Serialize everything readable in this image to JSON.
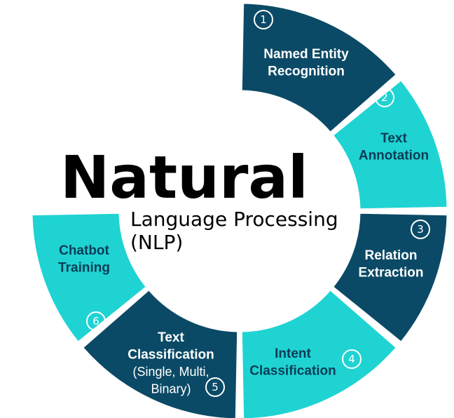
{
  "title": {
    "main": "Natural",
    "sub_line1": "Language Processing",
    "sub_line2": "(NLP)"
  },
  "colors": {
    "dark": "#0b4a66",
    "light": "#1fd3d3",
    "dark_text": "#ffffff",
    "light_text": "#0b3c55"
  },
  "segments": [
    {
      "number": "1",
      "lines": [
        "Named Entity",
        "Recognition"
      ],
      "tone": "dark"
    },
    {
      "number": "2",
      "lines": [
        "Text",
        "Annotation"
      ],
      "tone": "light"
    },
    {
      "number": "3",
      "lines": [
        "Relation",
        "Extraction"
      ],
      "tone": "dark"
    },
    {
      "number": "4",
      "lines": [
        "Intent",
        "Classification"
      ],
      "tone": "light"
    },
    {
      "number": "5",
      "lines": [
        "Text",
        "Classification"
      ],
      "sub_lines": [
        "(Single, Multi,",
        "Binary)"
      ],
      "tone": "dark"
    },
    {
      "number": "6",
      "lines": [
        "Chatbot",
        "Training"
      ],
      "tone": "light"
    }
  ]
}
